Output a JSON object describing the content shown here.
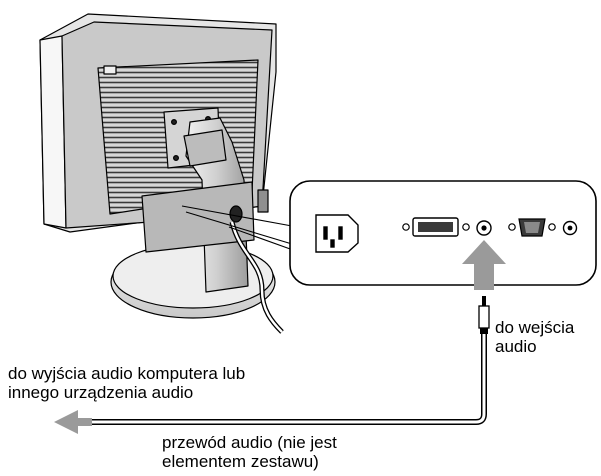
{
  "labels": {
    "audio_input": [
      "do wejścia",
      "audio"
    ],
    "audio_output": [
      "do wyjścia audio komputera lub",
      "innego urządzenia audio"
    ],
    "cable": [
      "przewód audio (nie jest",
      "elementem zestawu)"
    ]
  },
  "colors": {
    "line": "#000000",
    "panel_fill": "#ffffff",
    "arrow_gray": "#9a9a9a",
    "monitor_light": "#e4e4e4",
    "monitor_mid": "#bdbdbd",
    "monitor_dark": "#3a3a3a"
  }
}
